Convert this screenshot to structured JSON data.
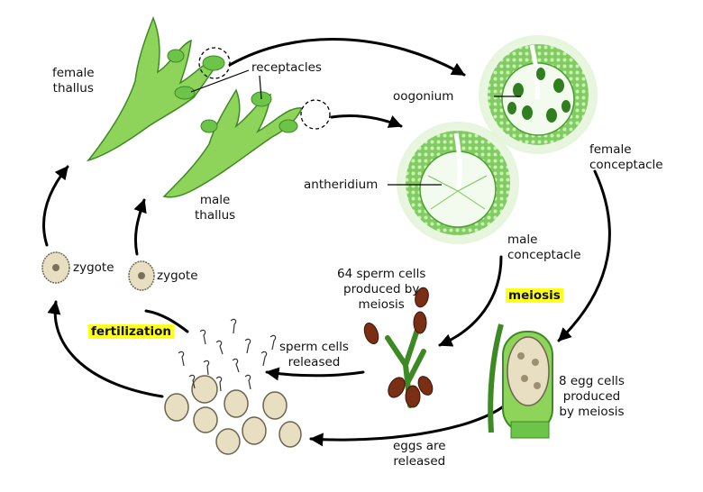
{
  "labels": {
    "female_thallus": [
      "female",
      "thallus"
    ],
    "male_thallus": [
      "male",
      "thallus"
    ],
    "receptacles": "receptacles",
    "oogonium": "oogonium",
    "antheridium": "antheridium",
    "female_conceptacle": [
      "female",
      "conceptacle"
    ],
    "male_conceptacle": [
      "male",
      "conceptacle"
    ],
    "sperm_produced": [
      "64 sperm cells",
      "produced by",
      "meiosis"
    ],
    "meiosis": "meiosis",
    "egg_produced": [
      "8 egg cells",
      "produced",
      "by meiosis"
    ],
    "sperm_released": [
      "sperm cells",
      "released"
    ],
    "eggs_released": [
      "eggs are",
      "released"
    ],
    "fertilization": "fertilization",
    "zygote_left": "zygote",
    "zygote_right": "zygote"
  },
  "colors": {
    "thallus_fill": "#8fd45a",
    "thallus_edge": "#3d8a24",
    "conceptacle": "#5cb83a",
    "egg_fill": "#e8dfc3",
    "egg_edge": "#6b6450",
    "sperm_sac": "#7a2e14",
    "highlight": "#ffff1e",
    "arrow": "#000000"
  }
}
